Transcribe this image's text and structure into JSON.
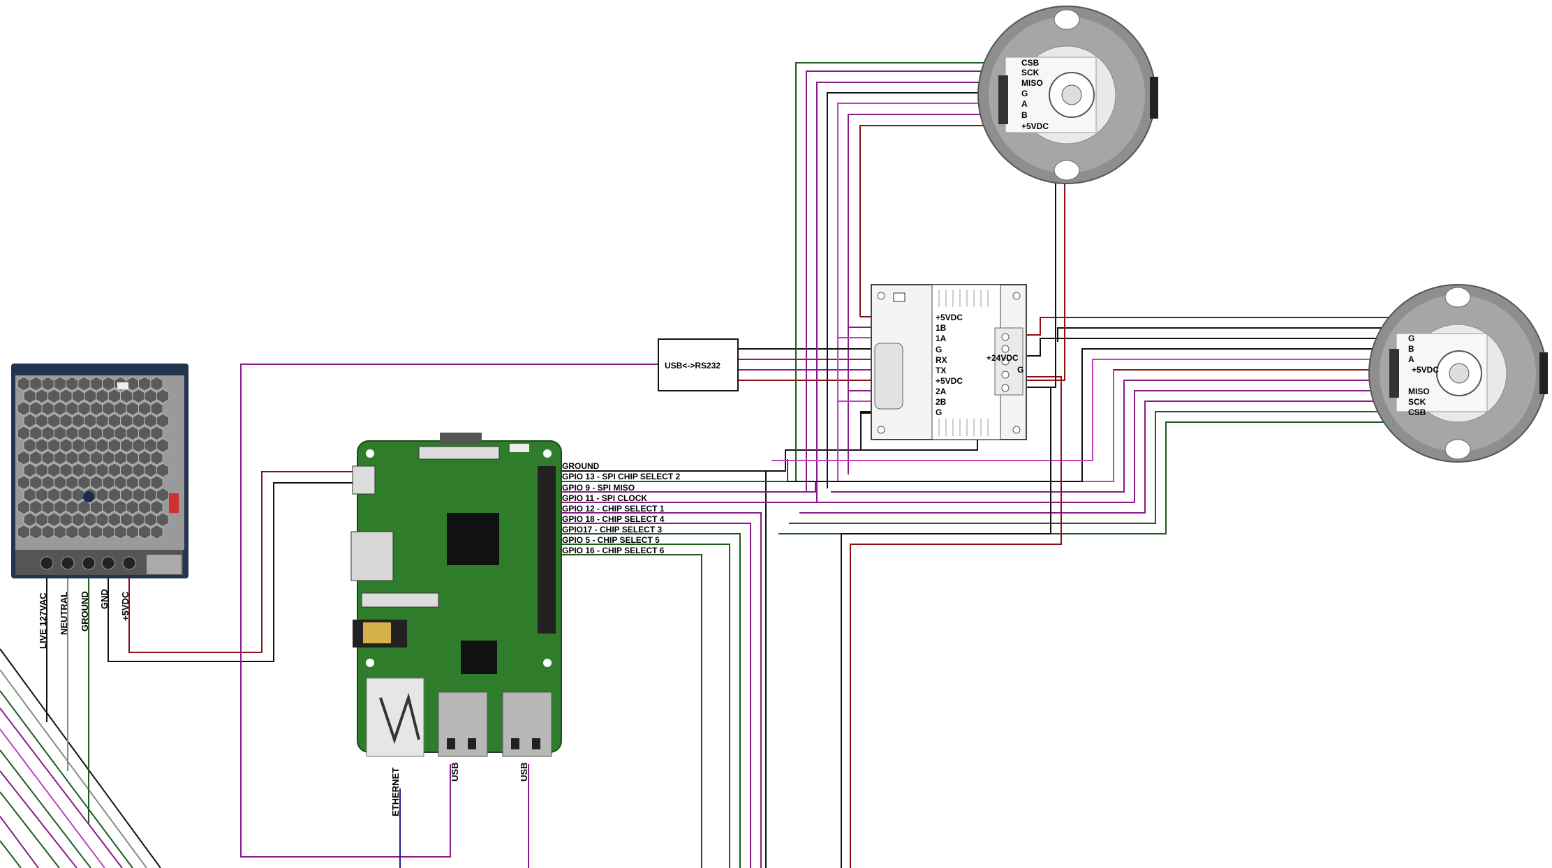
{
  "colors": {
    "power_red": "#8b0f14",
    "signal_purple": "#8a1a87",
    "magenta": "#c040c0",
    "green": "#1f5a1f",
    "black": "#111111",
    "grey": "#8a8a8a",
    "blue": "#1a1a8c",
    "pcb_green": "#2e7d2e"
  },
  "power_supply": {
    "terminals": [
      "LIVE 127VAC",
      "NEUTRAL",
      "GROUND",
      "GND",
      "+5VDC"
    ]
  },
  "raspberry_pi": {
    "gpio_labels": [
      "GROUND",
      "GPIO 13 - SPI CHIP SELECT 2",
      "GPIO 9 - SPI MISO",
      "GPIO 11 - SPI CLOCK",
      "GPIO 12 - CHIP SELECT 1",
      "GPIO 18 - CHIP SELECT 4",
      "GPIO17 - CHIP SELECT 3",
      "GPIO 5 - CHIP SELECT 5",
      "GPIO 16 - CHIP SELECT 6"
    ],
    "ports": {
      "ethernet": "ETHERNET",
      "usb1": "USB",
      "usb2": "USB"
    }
  },
  "usb_converter": {
    "label": "USB<->RS232"
  },
  "driver": {
    "left_labels": [
      "+5VDC",
      "1B",
      "1A",
      "G",
      "RX",
      "TX",
      "+5VDC",
      "2A",
      "2B",
      "G"
    ],
    "right_labels": [
      "+24VDC",
      "G"
    ]
  },
  "encoder_top": {
    "labels": [
      "CSB",
      "SCK",
      "MISO",
      "G",
      "A",
      "B",
      "+5VDC"
    ]
  },
  "encoder_right": {
    "labels": [
      "G",
      "B",
      "A",
      "+5VDC",
      "MISO",
      "SCK",
      "CSB"
    ]
  }
}
